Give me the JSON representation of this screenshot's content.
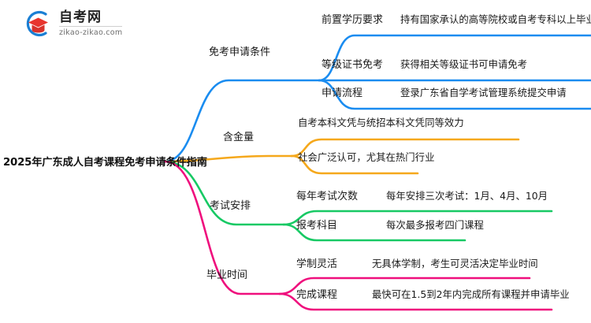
{
  "logo": {
    "title": "自考网",
    "domain": "zikao-zikao.com",
    "mark_icon": "graduation-cap-icon"
  },
  "mindmap": {
    "root": {
      "label": "2025年广东成人自考课程免考申请条件指南"
    },
    "branches": [
      {
        "label": "免考申请条件",
        "color": "#1a8cf0",
        "children": [
          {
            "label": "前置学历要求",
            "detail": "持有国家承认的高等院校或自考专科以上毕业证书"
          },
          {
            "label": "等级证书免考",
            "detail": "获得相关等级证书可申请免考"
          },
          {
            "label": "申请流程",
            "detail": "登录广东省自学考试管理系统提交申请"
          }
        ]
      },
      {
        "label": "含金量",
        "color": "#f5a81c",
        "children": [
          {
            "label": "",
            "detail": "自考本科文凭与统招本科文凭同等效力"
          },
          {
            "label": "",
            "detail": "社会广泛认可，尤其在热门行业"
          }
        ]
      },
      {
        "label": "考试安排",
        "color": "#17c964",
        "children": [
          {
            "label": "每年考试次数",
            "detail": "每年安排三次考试：1月、4月、10月"
          },
          {
            "label": "报考科目",
            "detail": "每次最多报考四门课程"
          }
        ]
      },
      {
        "label": "毕业时间",
        "color": "#ef0f7d",
        "children": [
          {
            "label": "学制灵活",
            "detail": "无具体学制，考生可灵活决定毕业时间"
          },
          {
            "label": "完成课程",
            "detail": "最快可在1.5到2年内完成所有课程并申请毕业"
          }
        ]
      }
    ]
  },
  "colors": {
    "blue": "#1a8cf0",
    "orange": "#f5a81c",
    "green": "#17c964",
    "pink": "#ef0f7d",
    "logo_blue": "#1a7fd4",
    "logo_red": "#e8352e",
    "text": "#1a1a1a"
  }
}
